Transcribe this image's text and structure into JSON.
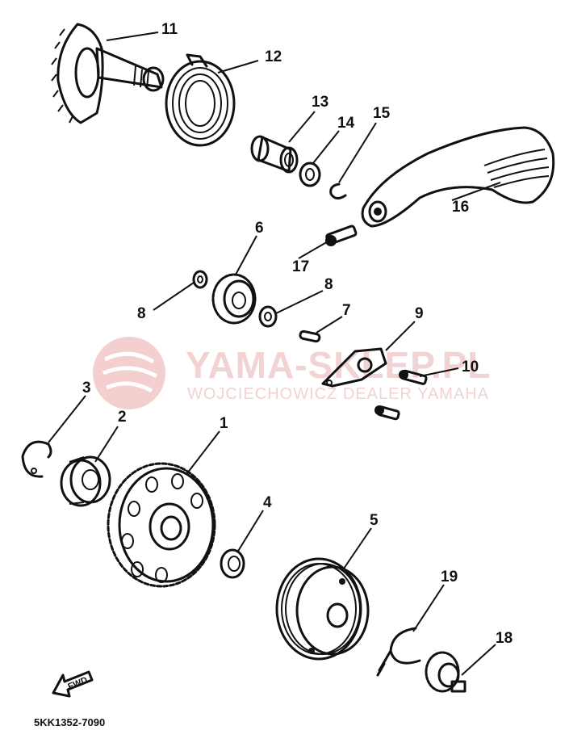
{
  "watermark": {
    "brand": "YAMA-SKLEP.PL",
    "dealer": "WOJCIECHOWICZ DEALER YAMAHA",
    "logo_color": "#f0c8c8"
  },
  "diagram_code": "5KK1352-7090",
  "direction_marker": "FWD",
  "parts": [
    {
      "id": "part-1",
      "label": "1",
      "shape": "sprocket-disc"
    },
    {
      "id": "part-2",
      "label": "2",
      "shape": "bearing"
    },
    {
      "id": "part-3",
      "label": "3",
      "shape": "circlip"
    },
    {
      "id": "part-4",
      "label": "4",
      "shape": "oil-seal"
    },
    {
      "id": "part-5",
      "label": "5",
      "shape": "pulley-hub"
    },
    {
      "id": "part-6",
      "label": "6",
      "shape": "small-gear"
    },
    {
      "id": "part-7",
      "label": "7",
      "shape": "pin"
    },
    {
      "id": "part-8a",
      "label": "8",
      "shape": "washer"
    },
    {
      "id": "part-8b",
      "label": "8",
      "shape": "washer"
    },
    {
      "id": "part-9",
      "label": "9",
      "shape": "stopper-plate"
    },
    {
      "id": "part-10",
      "label": "10",
      "shape": "bolt"
    },
    {
      "id": "part-11",
      "label": "11",
      "shape": "kick-axle"
    },
    {
      "id": "part-12",
      "label": "12",
      "shape": "torsion-spring"
    },
    {
      "id": "part-13",
      "label": "13",
      "shape": "spring-guide"
    },
    {
      "id": "part-14",
      "label": "14",
      "shape": "washer"
    },
    {
      "id": "part-15",
      "label": "15",
      "shape": "circlip"
    },
    {
      "id": "part-16",
      "label": "16",
      "shape": "kick-crank"
    },
    {
      "id": "part-17",
      "label": "17",
      "shape": "bolt"
    },
    {
      "id": "part-18",
      "label": "18",
      "shape": "clip-gear"
    },
    {
      "id": "part-19",
      "label": "19",
      "shape": "spring-clip"
    }
  ]
}
